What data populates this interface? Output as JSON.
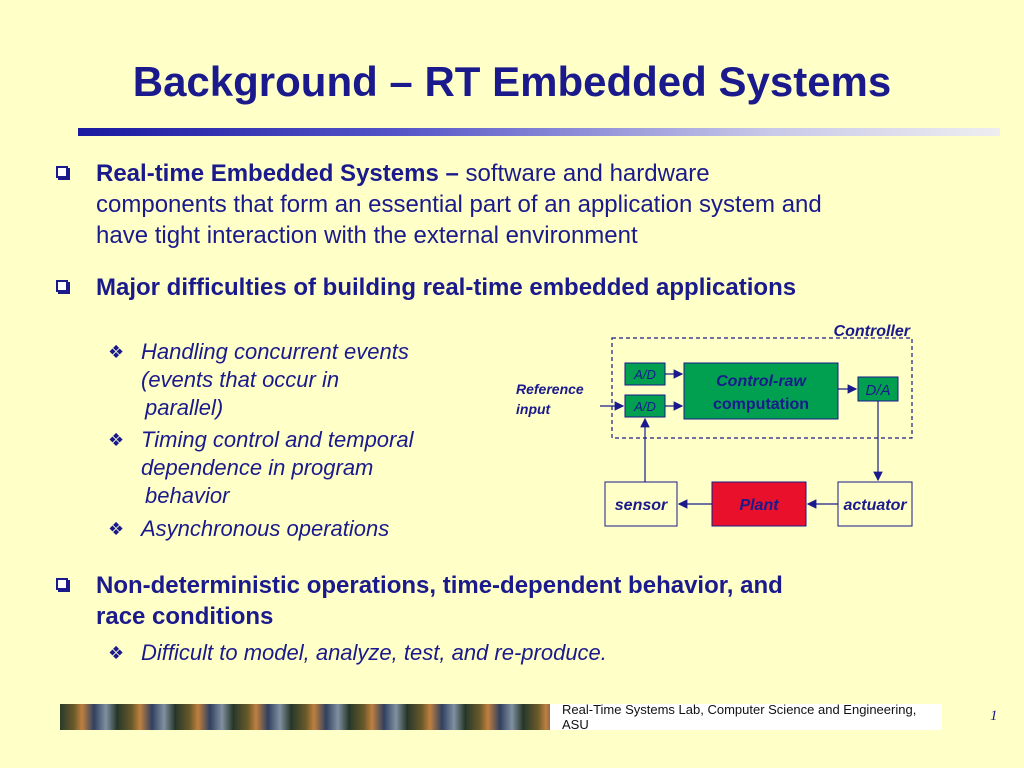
{
  "slide": {
    "title": "Background – RT Embedded Systems",
    "page_number": "1",
    "footer_text": "Real-Time Systems Lab, Computer Science and Engineering, ASU"
  },
  "bullets": [
    {
      "heading": "Real-time Embedded Systems –",
      "line1_rest": " software and hardware",
      "line2": "components that form an essential part of an application system and",
      "line3": "have tight interaction with the external environment"
    },
    {
      "heading": "Major difficulties of building real-time embedded applications",
      "subs": [
        {
          "line1": "Handling concurrent events",
          "line2": "(events that occur in",
          "line3": "parallel)"
        },
        {
          "line1": "Timing control and temporal",
          "line2": "dependence in program",
          "line3": "behavior"
        },
        {
          "line1": "Asynchronous operations"
        }
      ]
    },
    {
      "line1": "Non-deterministic operations, time-dependent behavior, and",
      "line2": "race conditions",
      "subs": [
        {
          "line1": "Difficult to model, analyze, test, and re-produce."
        }
      ]
    }
  ],
  "diagram": {
    "controller_label": "Controller",
    "reference_label_line1": "Reference",
    "reference_label_line2": "input",
    "ad_top": "A/D",
    "ad_bottom": "A/D",
    "compute_line1": "Control-raw",
    "compute_line2": "computation",
    "da": "D/A",
    "sensor": "sensor",
    "plant": "Plant",
    "actuator": "actuator",
    "colors": {
      "green_box": "#00a050",
      "plant_box": "#e8102a",
      "io_box": "#ffffc8",
      "ink": "#1a1a8c"
    }
  }
}
